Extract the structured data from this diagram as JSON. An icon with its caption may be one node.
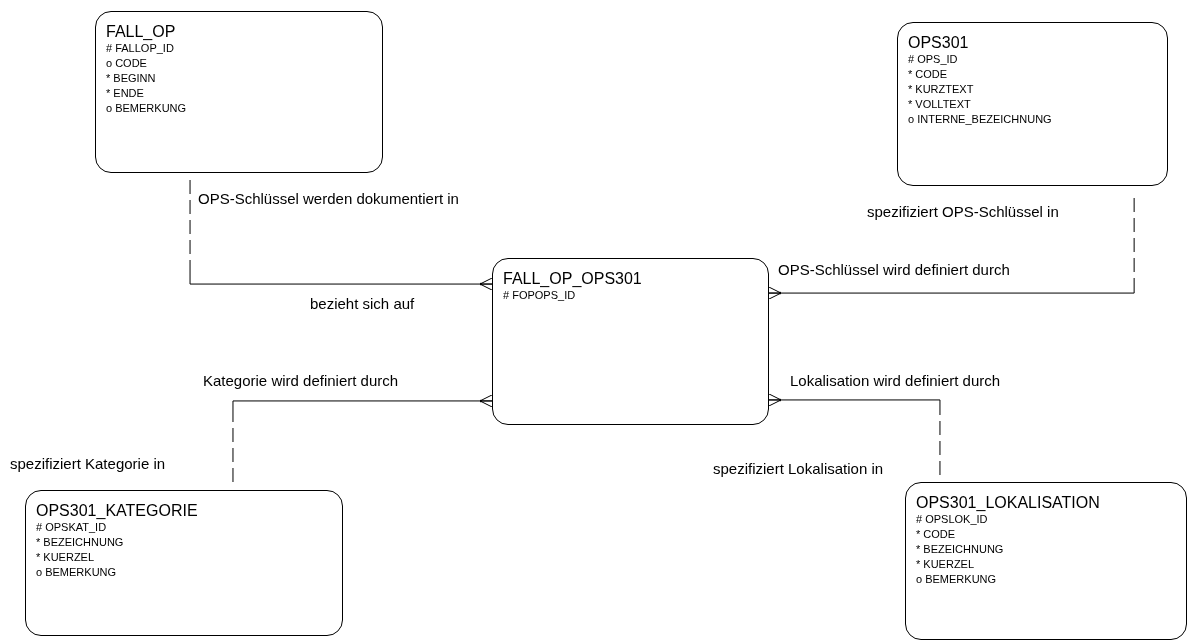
{
  "diagram": {
    "nodes": [
      {
        "text": [
          "FALL_OP",
          "# FALLOP_ID",
          "o CODE",
          "* BEGINN",
          "* ENDE",
          "o BEMERKUNG"
        ]
      },
      {
        "text": [
          "OPS301",
          "# OPS_ID",
          "* CODE",
          "* KURZTEXT",
          "* VOLLTEXT",
          "o INTERNE_BEZEICHNUNG"
        ]
      },
      {
        "text": [
          "FALL_OP_OPS301",
          "# FOPOPS_ID"
        ]
      },
      {
        "text": [
          "OPS301_KATEGORIE",
          "# OPSKAT_ID",
          "* BEZEICHNUNG",
          "* KUERZEL",
          "o BEMERKUNG"
        ]
      },
      {
        "text": [
          "OPS301_LOKALISATION",
          "# OPSLOK_ID",
          "* CODE",
          "* BEZEICHNUNG",
          "* KUERZEL",
          "o BEMERKUNG"
        ]
      }
    ],
    "edges": [
      {
        "from": 0,
        "to": 2,
        "arrow": "other",
        "label": "bezieht sich auf"
      },
      {
        "from": 1,
        "to": 2,
        "arrow": "other",
        "label": "OPS-Schlüssel wird definiert durch"
      },
      {
        "from": 3,
        "to": 2,
        "arrow": "other",
        "label": "Kategorie wird definiert durch"
      },
      {
        "from": 4,
        "to": 2,
        "arrow": "other",
        "label": "Lokalisation wird definiert durch"
      }
    ],
    "labels": [
      "OPS-Schlüssel werden dokumentiert in",
      "spezifiziert OPS-Schlüssel in",
      "spezifiziert Kategorie in",
      "spezifiziert Lokalisation in"
    ]
  }
}
